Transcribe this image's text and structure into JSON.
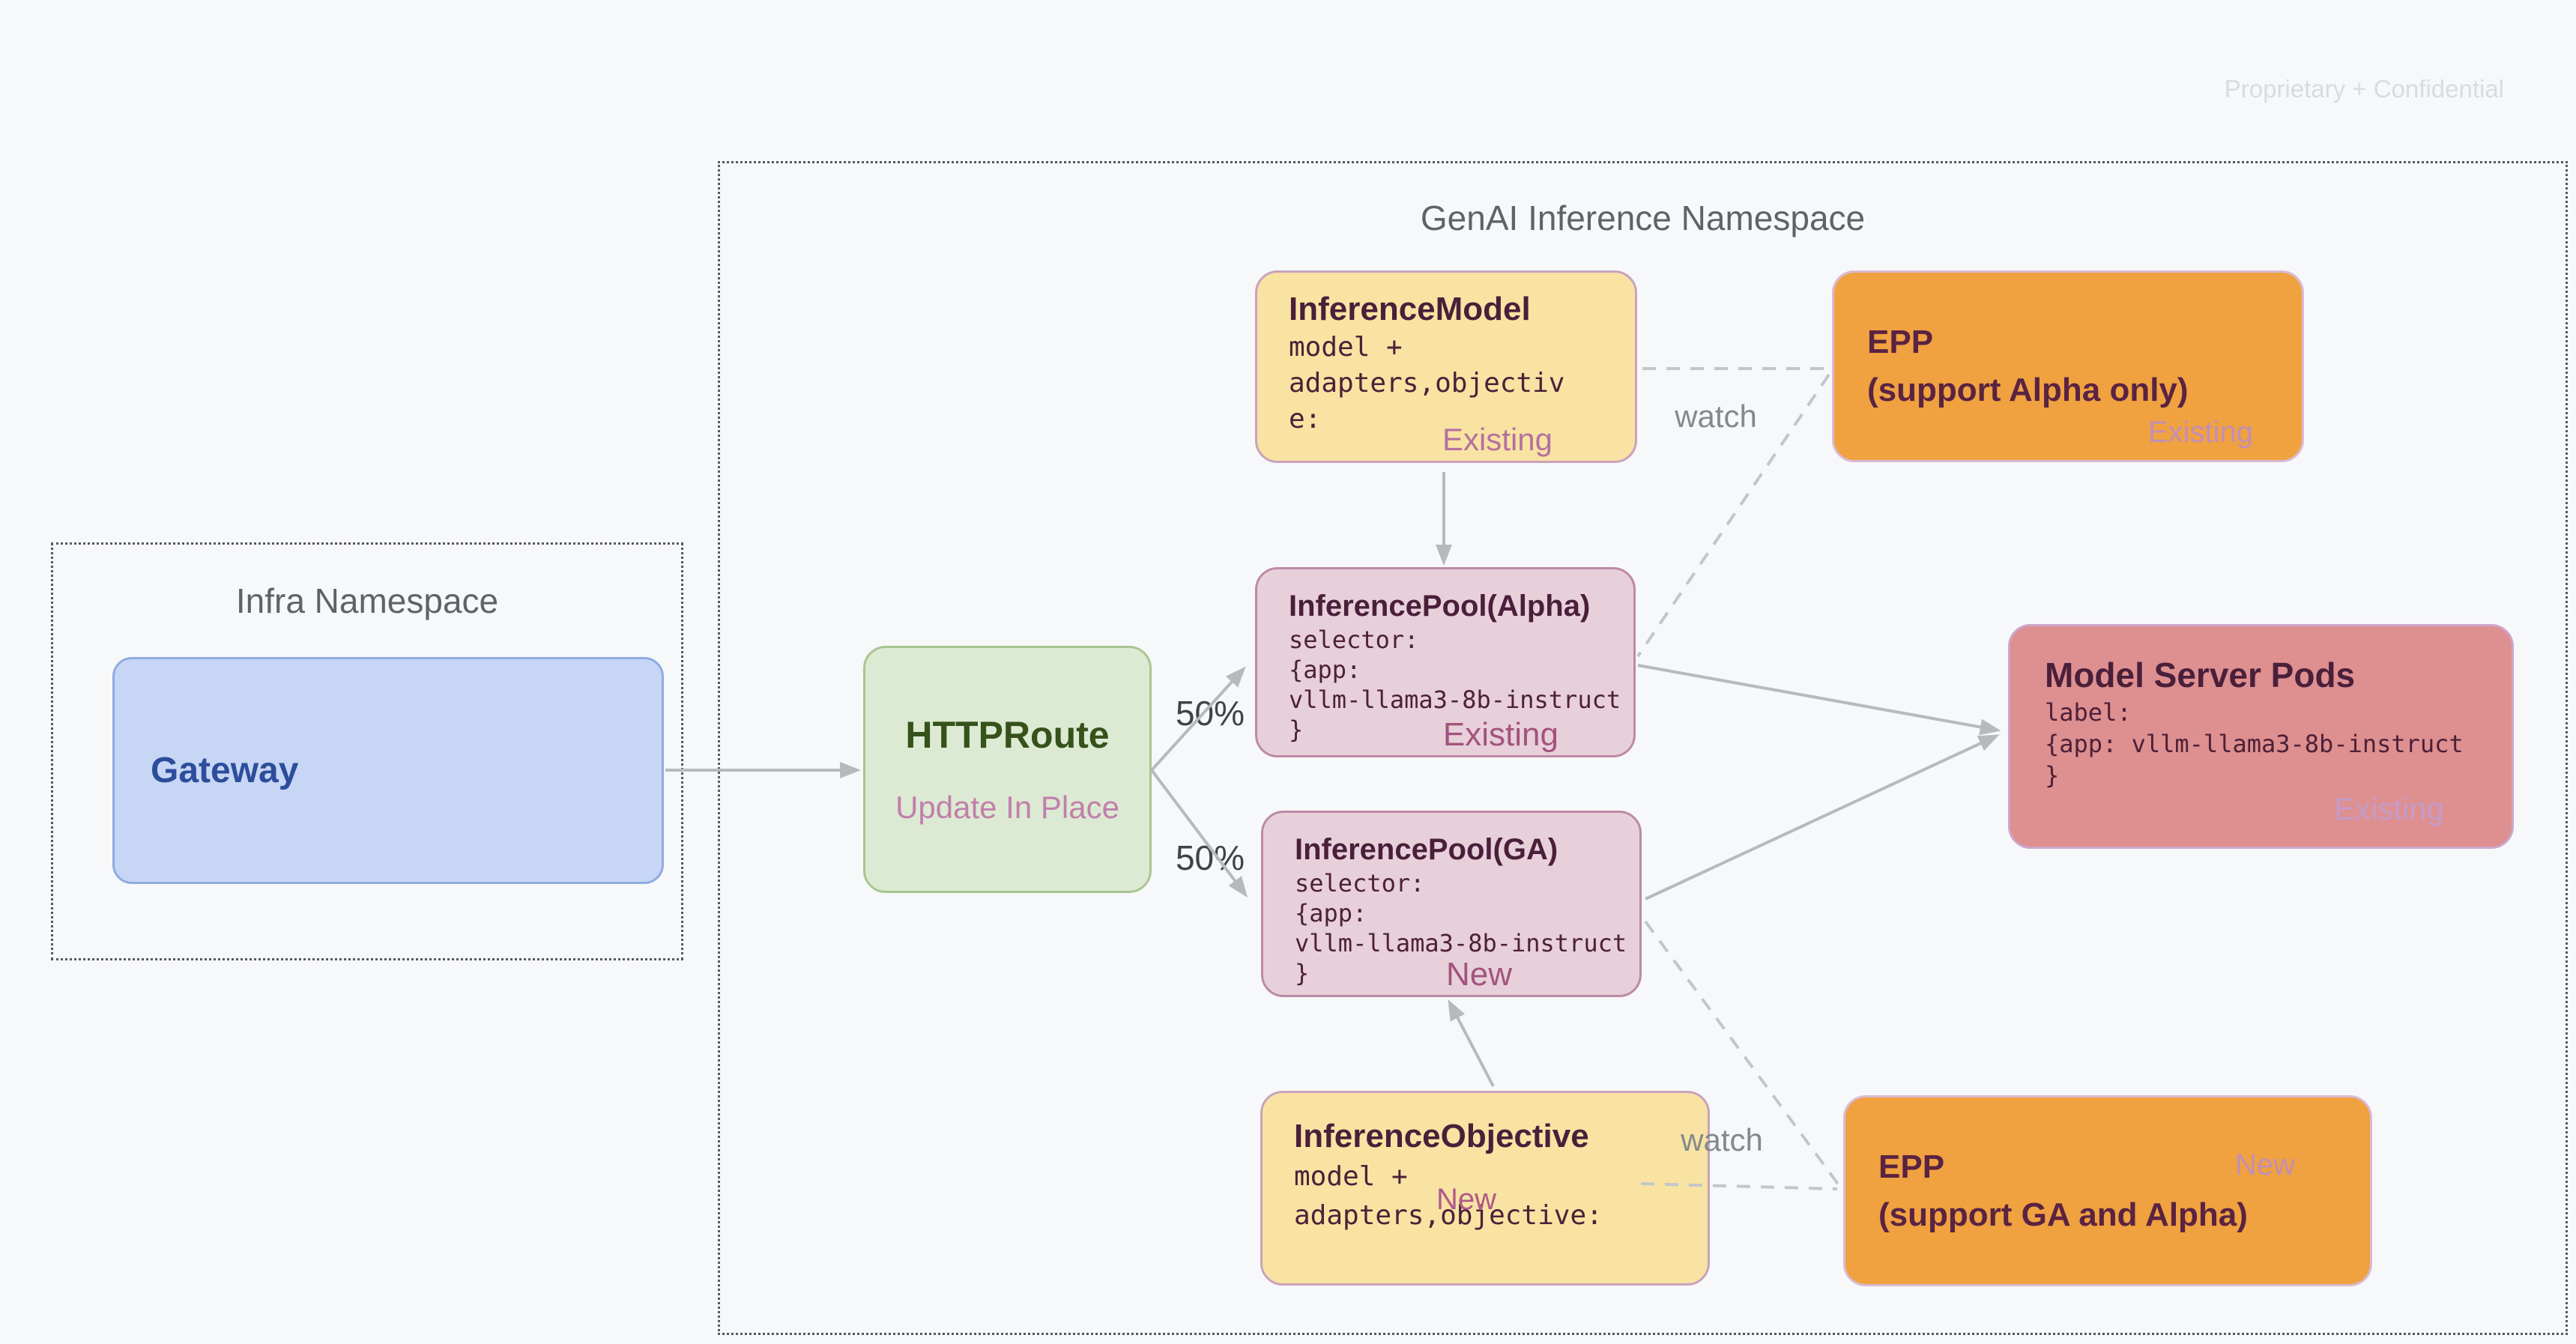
{
  "watermark": "Proprietary + Confidential",
  "colors": {
    "background": "#f7f8fa",
    "yellow_fill": "#f8e3a3",
    "orange_fill": "#f0a140",
    "pool_fill": "#e7d0da",
    "pods_fill": "#de8f90",
    "green_fill": "#dcead3",
    "blue_fill": "#c6d6f4",
    "dark_plum_text": "#4a1f3a",
    "badge_mauve": "#b4719f",
    "arrow_gray": "#b7babd"
  },
  "infra_namespace": {
    "title": "Infra Namespace",
    "gateway": {
      "title": "Gateway"
    }
  },
  "genai_namespace": {
    "title": "GenAI Inference Namespace",
    "httproute": {
      "title": "HTTPRoute",
      "subtitle": "Update In Place"
    },
    "inference_model": {
      "title": "InferenceModel",
      "code_lines": [
        "model +",
        "adapters,objectiv",
        "e:"
      ],
      "badge": "Existing"
    },
    "epp_alpha": {
      "line1": "EPP",
      "line2": "(support Alpha only)",
      "badge": "Existing"
    },
    "pool_alpha": {
      "title": "InferencePool(Alpha)",
      "code_lines": [
        "selector:",
        "{app:",
        "vllm-llama3-8b-instruct",
        "}"
      ],
      "badge": "Existing"
    },
    "pool_ga": {
      "title": "InferencePool(GA)",
      "code_lines": [
        "selector:",
        "{app:",
        "vllm-llama3-8b-instruct",
        "}"
      ],
      "badge": "New"
    },
    "model_server_pods": {
      "title": "Model Server Pods",
      "code_lines": [
        "label:",
        "{app: vllm-llama3-8b-instruct",
        "}"
      ],
      "badge": "Existing"
    },
    "inference_objective": {
      "title": "InferenceObjective",
      "code_line1": "model +",
      "code_line2": "adapters,objective:",
      "badge": "New"
    },
    "epp_ga": {
      "line1": "EPP",
      "line2": "(support GA and Alpha)",
      "badge": "New"
    },
    "edge_labels": {
      "split_top": "50%",
      "split_bottom": "50%",
      "watch_top": "watch",
      "watch_bottom": "watch"
    }
  }
}
